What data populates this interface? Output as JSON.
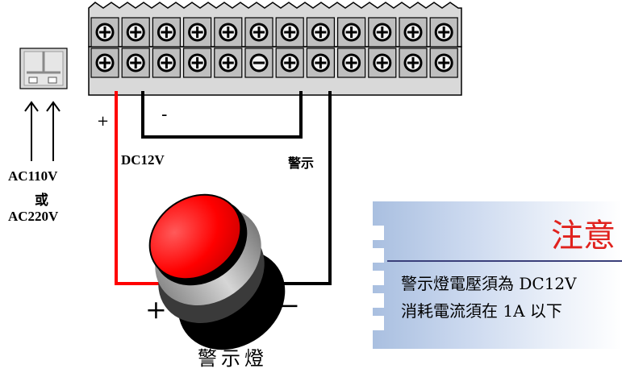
{
  "labels": {
    "plus_top": "+",
    "minus_top": "-",
    "dc12v": "DC12V",
    "warning_terminal": "警示",
    "ac_line1": "AC110V",
    "ac_line2": "或",
    "ac_line3": "AC220V",
    "plus_bottom": "+",
    "minus_bottom": "−",
    "lamp_caption": "警示燈"
  },
  "note": {
    "title": "注意",
    "line1": "警示燈電壓須為 DC12V",
    "line2": "消耗電流須在 1A 以下"
  },
  "terminal_block": {
    "top_row": [
      "⊕",
      "⊕",
      "⊕",
      "⊕",
      "⊕",
      "⊕",
      "⊕",
      "⊕",
      "⊕",
      "⊕",
      "⊕",
      "⊕"
    ],
    "bottom_row": [
      "⊕",
      "⊕",
      "⊕",
      "⊕",
      "⊕",
      "⊖",
      "⊕",
      "⊕",
      "⊕",
      "⊕",
      "⊕",
      "⊕"
    ]
  },
  "colors": {
    "wire_positive": "#ff0000",
    "wire_negative": "#000000",
    "block_face": "#d9d9d9",
    "lamp_red": "#ff0000",
    "note_title": "#e0211d"
  }
}
